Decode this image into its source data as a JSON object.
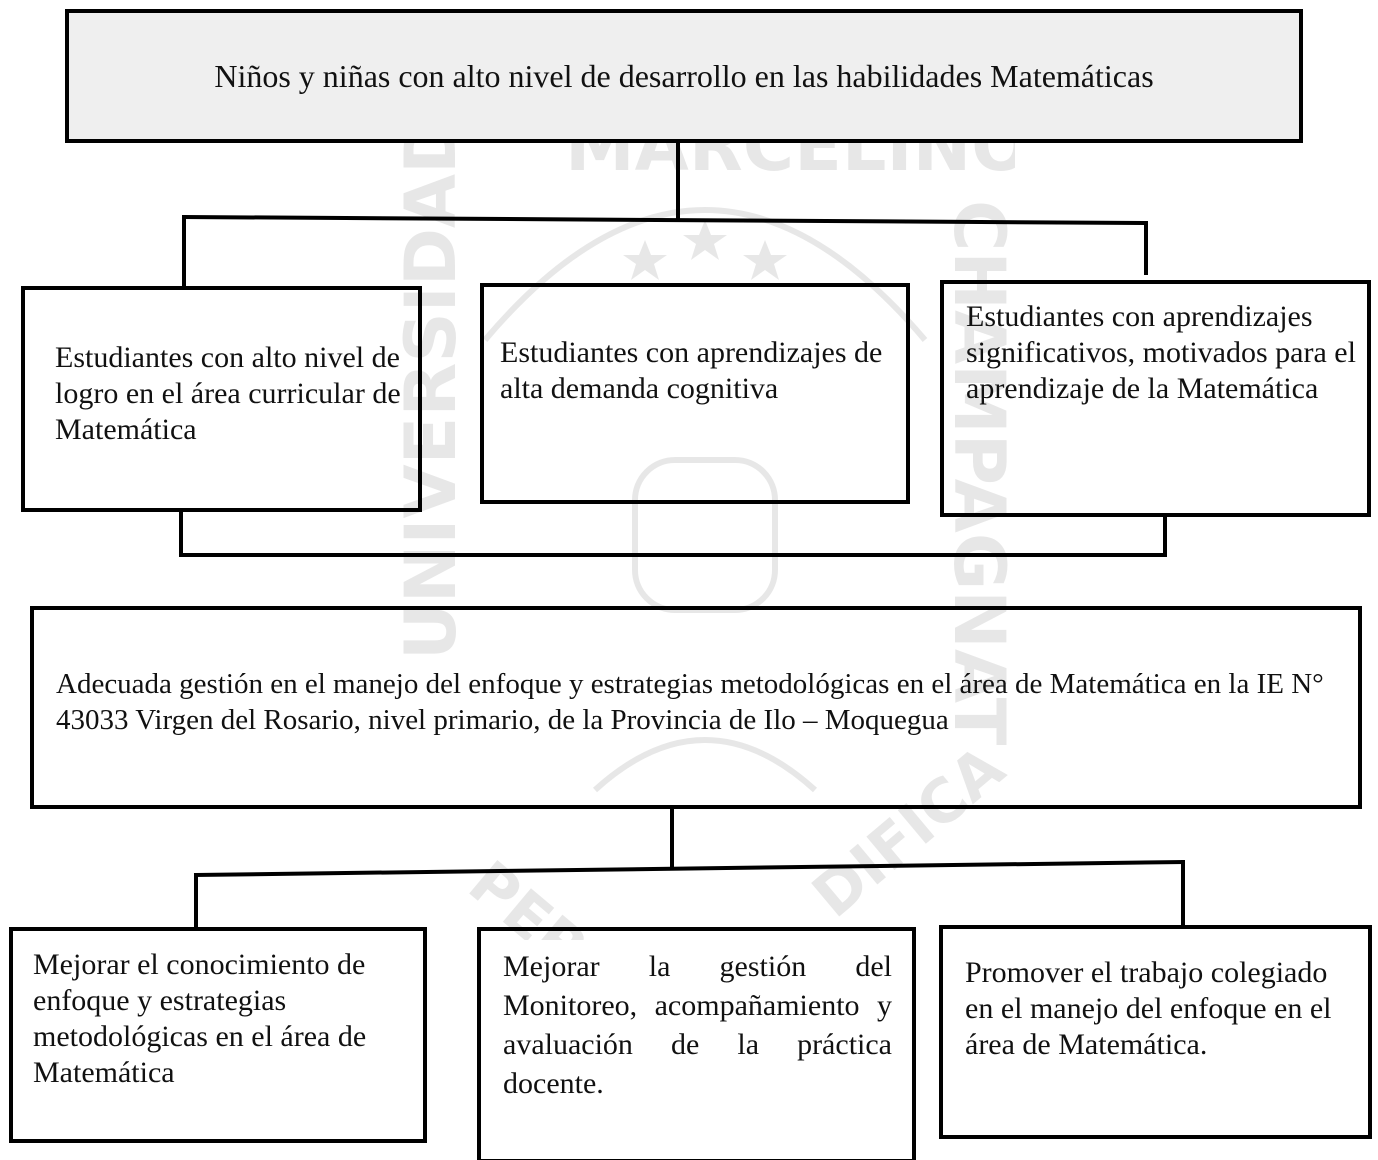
{
  "goal": {
    "text": "Niños y niñas con alto nivel de desarrollo en las habilidades Matemáticas"
  },
  "ends": [
    {
      "text": "Estudiantes con alto nivel de logro en el área curricular de Matemática"
    },
    {
      "text": "Estudiantes con aprendizajes de alta demanda cognitiva"
    },
    {
      "text": "Estudiantes con aprendizajes significativos, motivados para el aprendizaje de la Matemática"
    }
  ],
  "central_objective": {
    "text": "Adecuada gestión en el manejo del enfoque y estrategias metodológicas en el área de Matemática en la IE N° 43033 Virgen del Rosario, nivel primario, de la Provincia de Ilo – Moquegua"
  },
  "means": [
    {
      "text": "Mejorar el conocimiento de enfoque y estrategias metodológicas en el área de Matemática"
    },
    {
      "text": "Mejorar la gestión del Monitoreo, acompañamiento y avaluación de la práctica docente."
    },
    {
      "text": "Promover el trabajo colegiado en el manejo del enfoque en el área de Matemática."
    }
  ],
  "watermark": {
    "text_top": "MARCELINO",
    "text_left": "UNIVERSIDAD",
    "text_right": "CHAMPAGNAT",
    "text_bottom": "PER",
    "text_bottom_right": "DIFICA"
  }
}
